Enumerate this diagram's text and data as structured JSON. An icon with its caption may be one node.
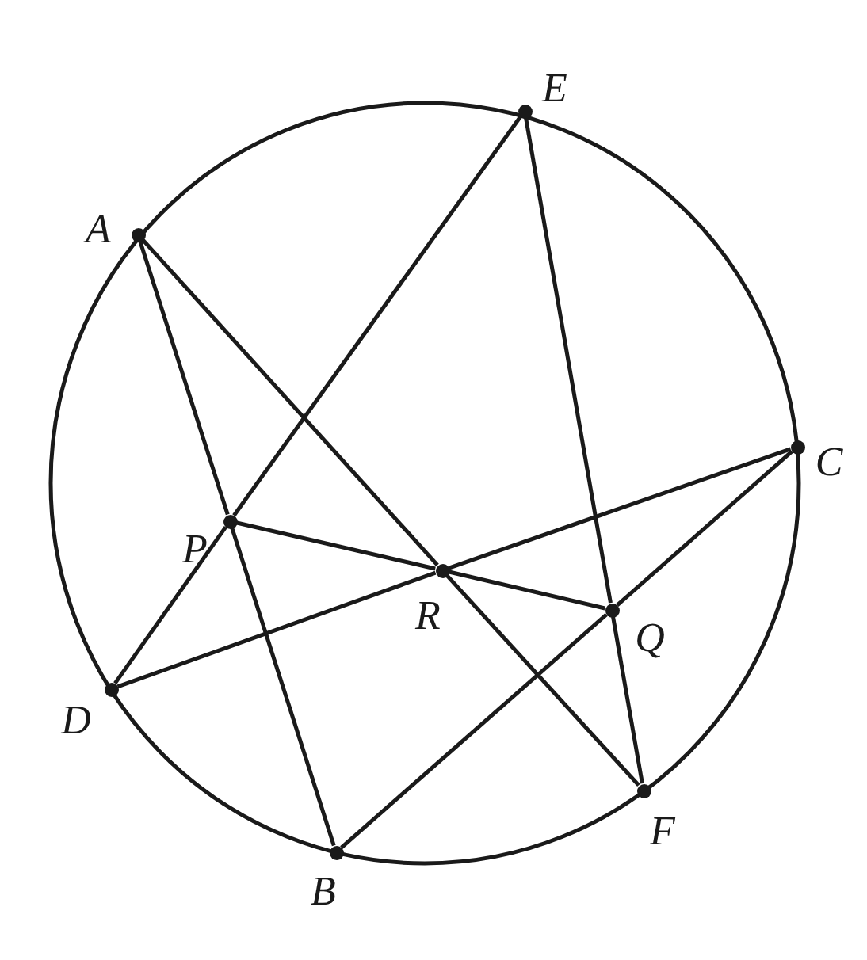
{
  "diagram": {
    "nodes": [
      {
        "text": [
          "A"
        ]
      },
      {
        "text": [
          "E"
        ]
      },
      {
        "text": [
          "C"
        ]
      },
      {
        "text": [
          "P"
        ]
      },
      {
        "text": [
          "R"
        ]
      },
      {
        "text": [
          "Q"
        ]
      },
      {
        "text": [
          "D"
        ]
      },
      {
        "text": [
          "F"
        ]
      },
      {
        "text": [
          "B"
        ]
      }
    ],
    "edges": [
      {
        "from": 0,
        "to": 3,
        "arrow": "none"
      },
      {
        "from": 3,
        "to": 8,
        "arrow": "none"
      },
      {
        "from": 0,
        "to": 4,
        "arrow": "none"
      },
      {
        "from": 4,
        "to": 7,
        "arrow": "none"
      },
      {
        "from": 1,
        "to": 3,
        "arrow": "none"
      },
      {
        "from": 3,
        "to": 6,
        "arrow": "none"
      },
      {
        "from": 1,
        "to": 5,
        "arrow": "none"
      },
      {
        "from": 5,
        "to": 7,
        "arrow": "none"
      },
      {
        "from": 2,
        "to": 4,
        "arrow": "none"
      },
      {
        "from": 4,
        "to": 6,
        "arrow": "none"
      },
      {
        "from": 2,
        "to": 5,
        "arrow": "none"
      },
      {
        "from": 5,
        "to": 8,
        "arrow": "none"
      },
      {
        "from": 3,
        "to": 4,
        "arrow": "none"
      },
      {
        "from": 4,
        "to": 5,
        "arrow": "none"
      }
    ]
  }
}
